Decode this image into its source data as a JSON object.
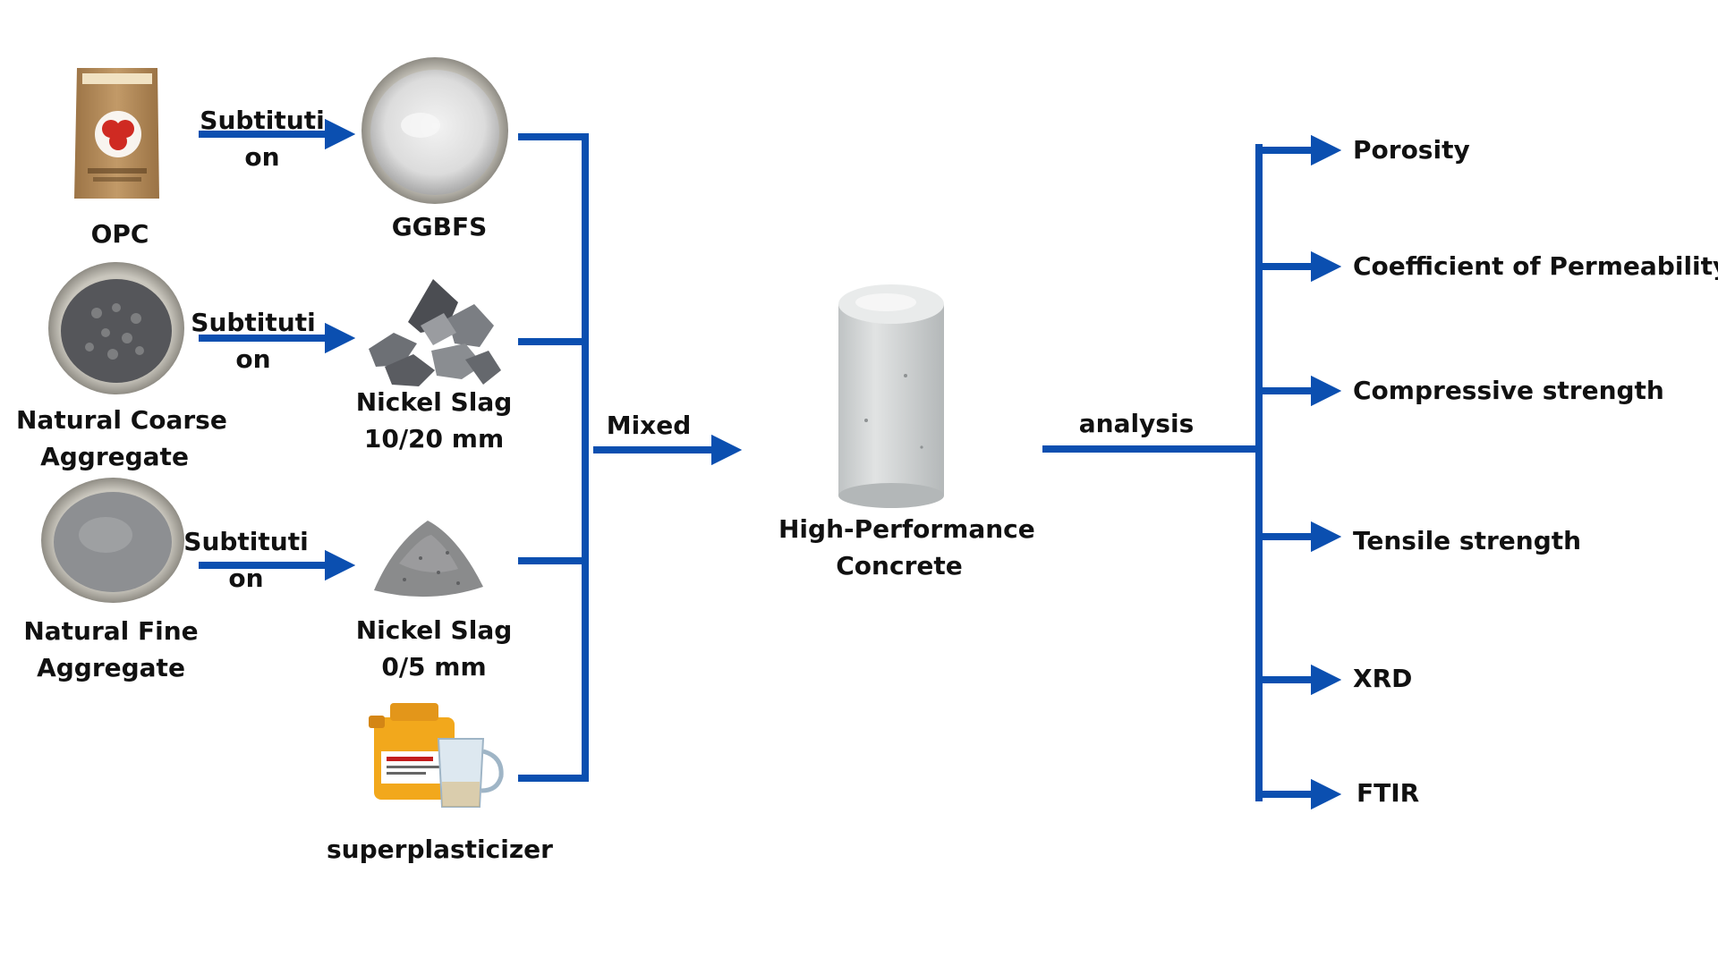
{
  "colors": {
    "arrow": "#0b4fb0",
    "text": "#111111",
    "cement_bag": "#b08657",
    "cement_bag_stripe": "#cf2a22",
    "ggbfs_powder": "#eaeaea",
    "coarse_aggregate": "#55565a",
    "fine_aggregate": "#8d8f92",
    "nickel_slag_coarse": "#707378",
    "nickel_slag_fine": "#8a8b8c",
    "superplasticizer_jug": "#f2a81c",
    "concrete": "#d9dcdd"
  },
  "inputs": [
    {
      "name": "OPC",
      "icon": "cement-bag-icon"
    },
    {
      "name": "Natural Coarse\nAggregate",
      "icon": "coarse-aggregate-bowl-icon"
    },
    {
      "name": "Natural Fine\nAggregate",
      "icon": "fine-aggregate-bowl-icon"
    }
  ],
  "substitution_label": "Subtituti\non",
  "replacements": [
    {
      "name": "GGBFS",
      "icon": "ggbfs-powder-bowl-icon"
    },
    {
      "name": "Nickel Slag\n10/20 mm",
      "icon": "nickel-slag-coarse-icon"
    },
    {
      "name": "Nickel Slag\n0/5 mm",
      "icon": "nickel-slag-fine-icon"
    },
    {
      "name": "superplasticizer",
      "icon": "superplasticizer-jug-icon"
    }
  ],
  "mixed_label": "Mixed",
  "product": {
    "name": "High-Performance\nConcrete",
    "icon": "concrete-cylinder-icon"
  },
  "analysis_label": "analysis",
  "outputs": [
    "Porosity",
    "Coefficient of Permeability",
    "Compressive strength",
    "Tensile strength",
    "XRD",
    "FTIR"
  ]
}
